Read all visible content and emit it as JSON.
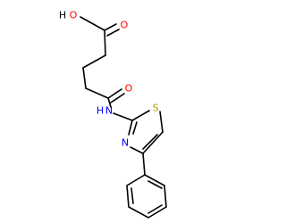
{
  "colors": {
    "bond": "#000000",
    "oxygen": "#ff0000",
    "nitrogen": "#0000ff",
    "sulfur": "#b8a000",
    "hydrogen_label": "#000000"
  },
  "labels": {
    "hydroxyl_o": "O",
    "hydroxyl_h": "H",
    "acid_carbonyl_o": "O",
    "amide_carbonyl_o": "O",
    "amide_h": "H",
    "amide_n": "N",
    "ring_s": "S",
    "ring_n": "N"
  }
}
